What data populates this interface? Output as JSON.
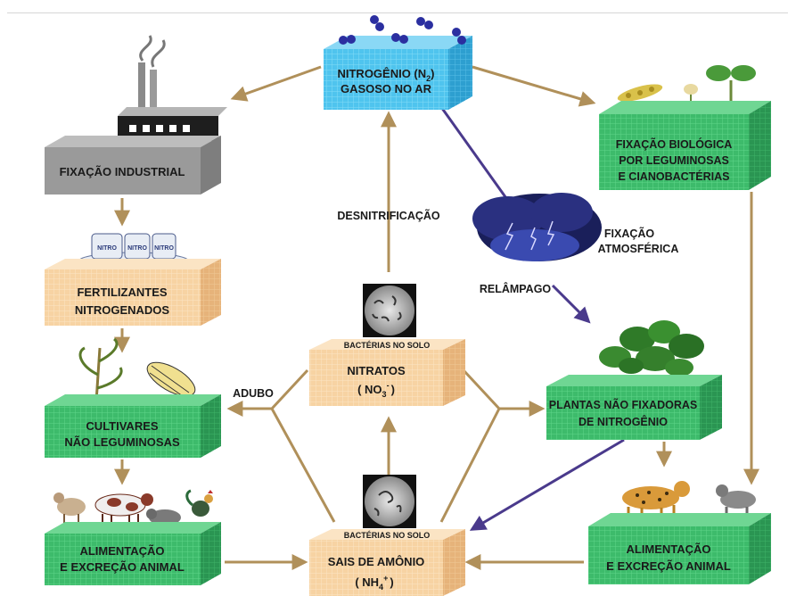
{
  "nodes": {
    "n2": {
      "line1": "NITROGÊNIO (N",
      "sub": "2",
      "line1_end": ")",
      "line2": "GASOSO NO AR"
    },
    "industrial": {
      "line1": "FIXAÇÃO INDUSTRIAL"
    },
    "bio": {
      "line1": "FIXAÇÃO BIOLÓGICA",
      "line2": "POR LEGUMINOSAS",
      "line3": "E CIANOBACTÉRIAS"
    },
    "fertilizantes": {
      "line1": "FERTILIZANTES",
      "line2": "NITROGENADOS"
    },
    "cultivares": {
      "line1": "CULTIVARES",
      "line2": "NÃO LEGUMINOSAS"
    },
    "alim_left": {
      "line1": "ALIMENTAÇÃO",
      "line2": "E EXCREÇÃO ANIMAL"
    },
    "nitratos": {
      "caption": "BACTÉRIAS  NO SOLO",
      "line1": "NITRATOS",
      "line2": "( NO",
      "sub": "3",
      "sup": "-",
      "line2_end": ")"
    },
    "amonio": {
      "caption": "BACTÉRIAS  NO SOLO",
      "line1": "SAIS DE AMÔNIO",
      "line2": "( NH",
      "sub": "4",
      "sup": "+",
      "line2_end": ")"
    },
    "plantas": {
      "line1": "PLANTAS NÃO FIXADORAS",
      "line2": "DE NITROGÊNIO"
    },
    "alim_right": {
      "line1": "ALIMENTAÇÃO",
      "line2": "E EXCREÇÃO ANIMAL"
    }
  },
  "labels": {
    "desnitrificacao": "DESNITRIFICAÇÃO",
    "fixacao_atm_1": "FIXAÇÃO",
    "fixacao_atm_2": "ATMOSFÉRICA",
    "relampago": "RELÂMPAGO",
    "adubo": "ADUBO",
    "bag_text": "NITRO"
  },
  "colors": {
    "green_box": "#3dbb6b",
    "blue_box": "#4fc4ee",
    "gray_box": "#9a9a9a",
    "peach_box": "#f7d3a3",
    "arrow_brown": "#b0905a",
    "arrow_purple": "#4a3a8c",
    "text_dark": "#1a1a1a"
  },
  "icons": [
    "factory-icon",
    "fertilizer-bags-icon",
    "corn-plant-icon",
    "corn-cob-icon",
    "cattle-icon",
    "goat-icon",
    "rooster-icon",
    "nitrogen-molecules-icon",
    "legume-pod-icon",
    "seedling-icon",
    "storm-cloud-icon",
    "lightning-icon",
    "leafy-plant-icon",
    "jaguar-icon",
    "wolf-icon",
    "bacteria-micrograph-icon"
  ]
}
